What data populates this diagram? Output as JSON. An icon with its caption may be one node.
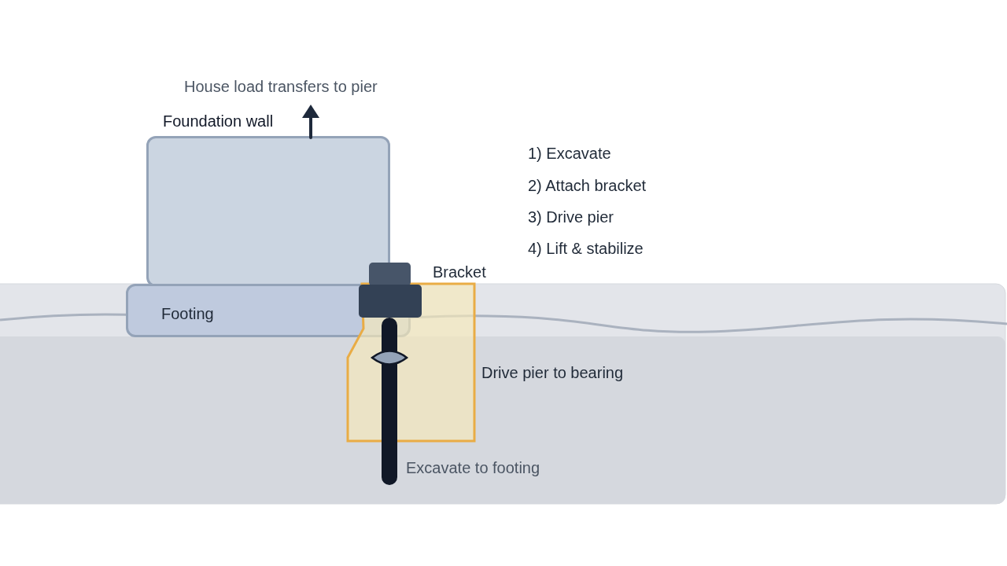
{
  "diagram": {
    "nodes": [
      {
        "text": [
          "Foundation wall"
        ]
      },
      {
        "text": [
          "Footing"
        ]
      }
    ],
    "labels": [
      "House load transfers to pier",
      "1) Excavate",
      "2) Attach bracket",
      "3) Drive pier",
      "4) Lift & stabilize",
      "Bracket",
      "Drive pier to bearing",
      "Excavate to footing"
    ]
  }
}
